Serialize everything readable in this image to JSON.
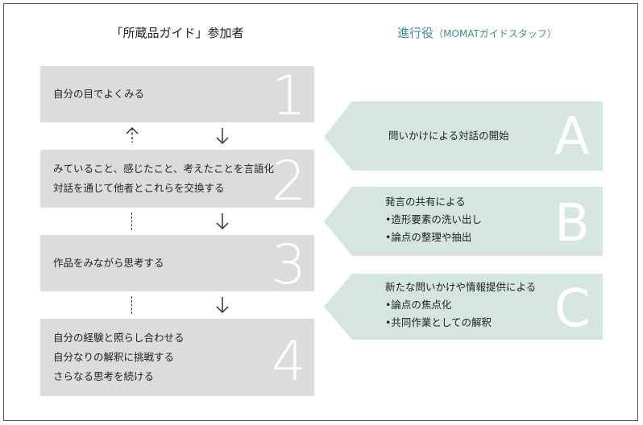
{
  "headers": {
    "participants": "「所蔵品ガイド」参加者",
    "facilitator_main": "進行役",
    "facilitator_sub": "（MOMATガイドスタッフ）"
  },
  "steps": [
    {
      "number": "1",
      "lines": [
        "自分の目でよくみる"
      ]
    },
    {
      "number": "2",
      "lines": [
        "みていること、感じたこと、考えたことを言語化",
        "対話を通じて他者とこれらを交換する"
      ]
    },
    {
      "number": "3",
      "lines": [
        "作品をみながら思考する"
      ]
    },
    {
      "number": "4",
      "lines": [
        "自分の経験と照らし合わせる",
        "自分なりの解釈に挑戦する",
        "さらなる思考を続ける"
      ]
    }
  ],
  "roles": [
    {
      "letter": "A",
      "lines": [
        "問いかけによる対話の開始"
      ]
    },
    {
      "letter": "B",
      "lines": [
        "発言の共有による",
        "•造形要素の洗い出し",
        "•論点の整理や抽出"
      ]
    },
    {
      "letter": "C",
      "lines": [
        "新たな問いかけや情報提供による",
        "•論点の焦点化",
        "•共同作業としての解釈"
      ]
    }
  ],
  "colors": {
    "step_fill": "#dcdcdc",
    "role_fill": "#d5e6e2",
    "facilitator_text": "#3f8f86",
    "frame_border": "#555555"
  }
}
